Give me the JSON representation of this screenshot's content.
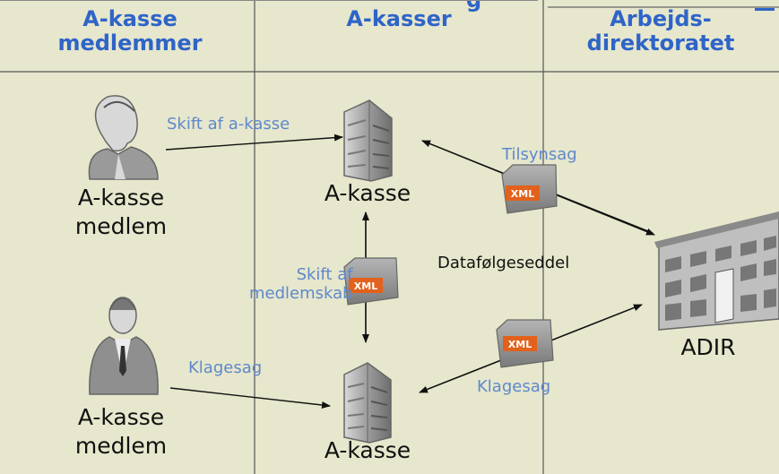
{
  "columns": [
    {
      "title_line1": "A-kasse",
      "title_line2": "medlemmer"
    },
    {
      "title_line1": "A-kasser",
      "title_line2": ""
    },
    {
      "title_line1": "Arbejds-",
      "title_line2": "direktoratet"
    }
  ],
  "header_partial": "g",
  "actors": {
    "member_top": {
      "line1": "A-kasse",
      "line2": "medlem"
    },
    "member_bottom": {
      "line1": "A-kasse",
      "line2": "medlem"
    },
    "fund_top": "A-kasse",
    "fund_bottom": "A-kasse",
    "adir": "ADIR"
  },
  "flows": {
    "skift_af_akasse": "Skift af a-kasse",
    "skift_af_medlemskab_line1": "Skift af",
    "skift_af_medlemskab_line2": "medlemskab",
    "klagesag_left": "Klagesag",
    "klagesag_right": "Klagesag",
    "tilsynsag": "Tilsynsag"
  },
  "center_note": "Datafølgeseddel",
  "folder_tag": "XML",
  "colors": {
    "background": "#e6e7cc",
    "header_text": "#2f64c8",
    "flow_text": "#5f88cc",
    "column_divider": "#555555",
    "xml_tag": "#e2611c",
    "folder": "#8b8b8b"
  },
  "icons": [
    "woman-icon",
    "man-icon",
    "office-building-icon",
    "government-building-icon",
    "xml-folder-icon",
    "arrow-icon"
  ]
}
